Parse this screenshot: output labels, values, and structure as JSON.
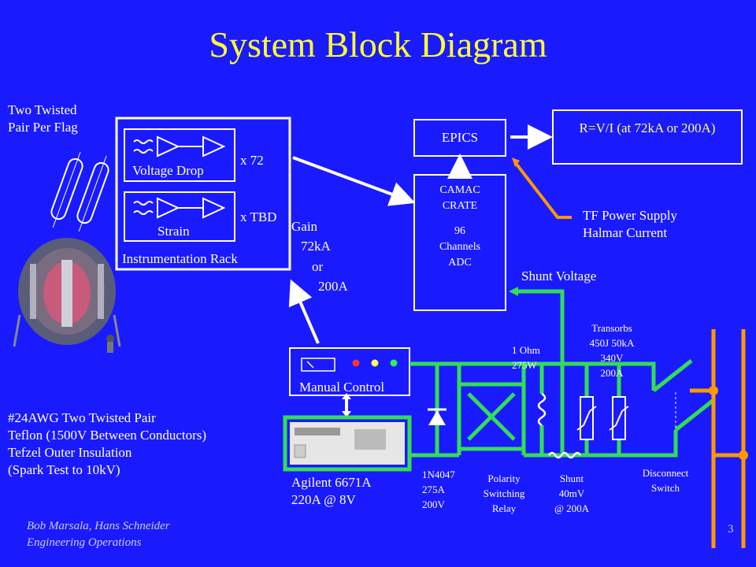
{
  "title": "System Block Diagram",
  "flag_note": [
    "Two Twisted",
    "Pair Per Flag"
  ],
  "rack": {
    "voltage_drop_label": "Voltage Drop",
    "voltage_drop_count": "x 72",
    "strain_label": "Strain",
    "strain_count": "x TBD",
    "rack_label": "Instrumentation Rack",
    "gain": [
      "Gain",
      "72kA",
      "or",
      "200A"
    ]
  },
  "epics_label": "EPICS",
  "camac": [
    "CAMAC",
    "CRATE",
    "",
    "96",
    "Channels",
    "ADC"
  ],
  "formula": "R=V/I (at 72kA or 200A)",
  "tf_supply": [
    "TF Power Supply",
    "Halmar Current"
  ],
  "shunt_voltage": "Shunt Voltage",
  "manual_control": "Manual Control",
  "cable_spec": [
    "#24AWG Two Twisted Pair",
    "Teflon (1500V Between Conductors)",
    "Tefzel Outer Insulation",
    "(Spark Test to 10kV)"
  ],
  "agilent": [
    "Agilent 6671A",
    "220A @ 8V"
  ],
  "diode": [
    "1N4047",
    "275A",
    "200V"
  ],
  "relay": [
    "Polarity",
    "Switching",
    "Relay"
  ],
  "shunt": [
    "Shunt",
    "40mV",
    "@ 200A"
  ],
  "resistor": [
    "1 Ohm",
    "275W"
  ],
  "transorbs": [
    "Transorbs",
    "450J 50kA",
    "340V",
    "200A"
  ],
  "disconnect": [
    "Disconnect",
    "Switch"
  ],
  "footer": [
    "Bob Marsala, Hans Schneider",
    "Engineering Operations"
  ],
  "page_number": "3",
  "colors": {
    "background": "#1a1aff",
    "title": "#ffff33",
    "circuit": "#33dd55",
    "bus": "#ff9900"
  }
}
